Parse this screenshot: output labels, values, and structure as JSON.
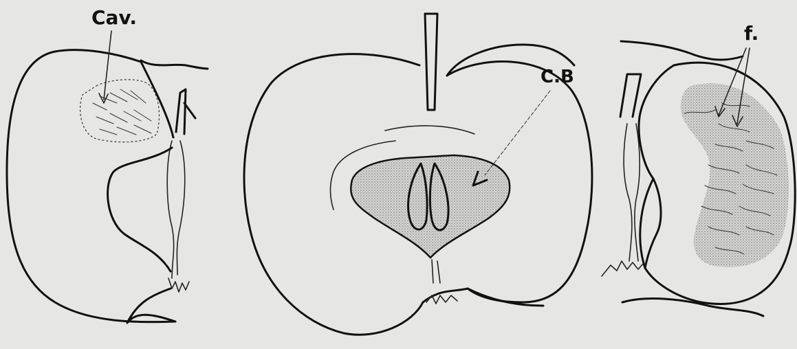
{
  "labels": {
    "cavity": "Cav.",
    "core_breakdown": "C.B",
    "fissures": "f."
  },
  "colors": {
    "background": "#e6e6e4",
    "ink": "#111111",
    "stipple_fill": "#c9c9c7"
  }
}
